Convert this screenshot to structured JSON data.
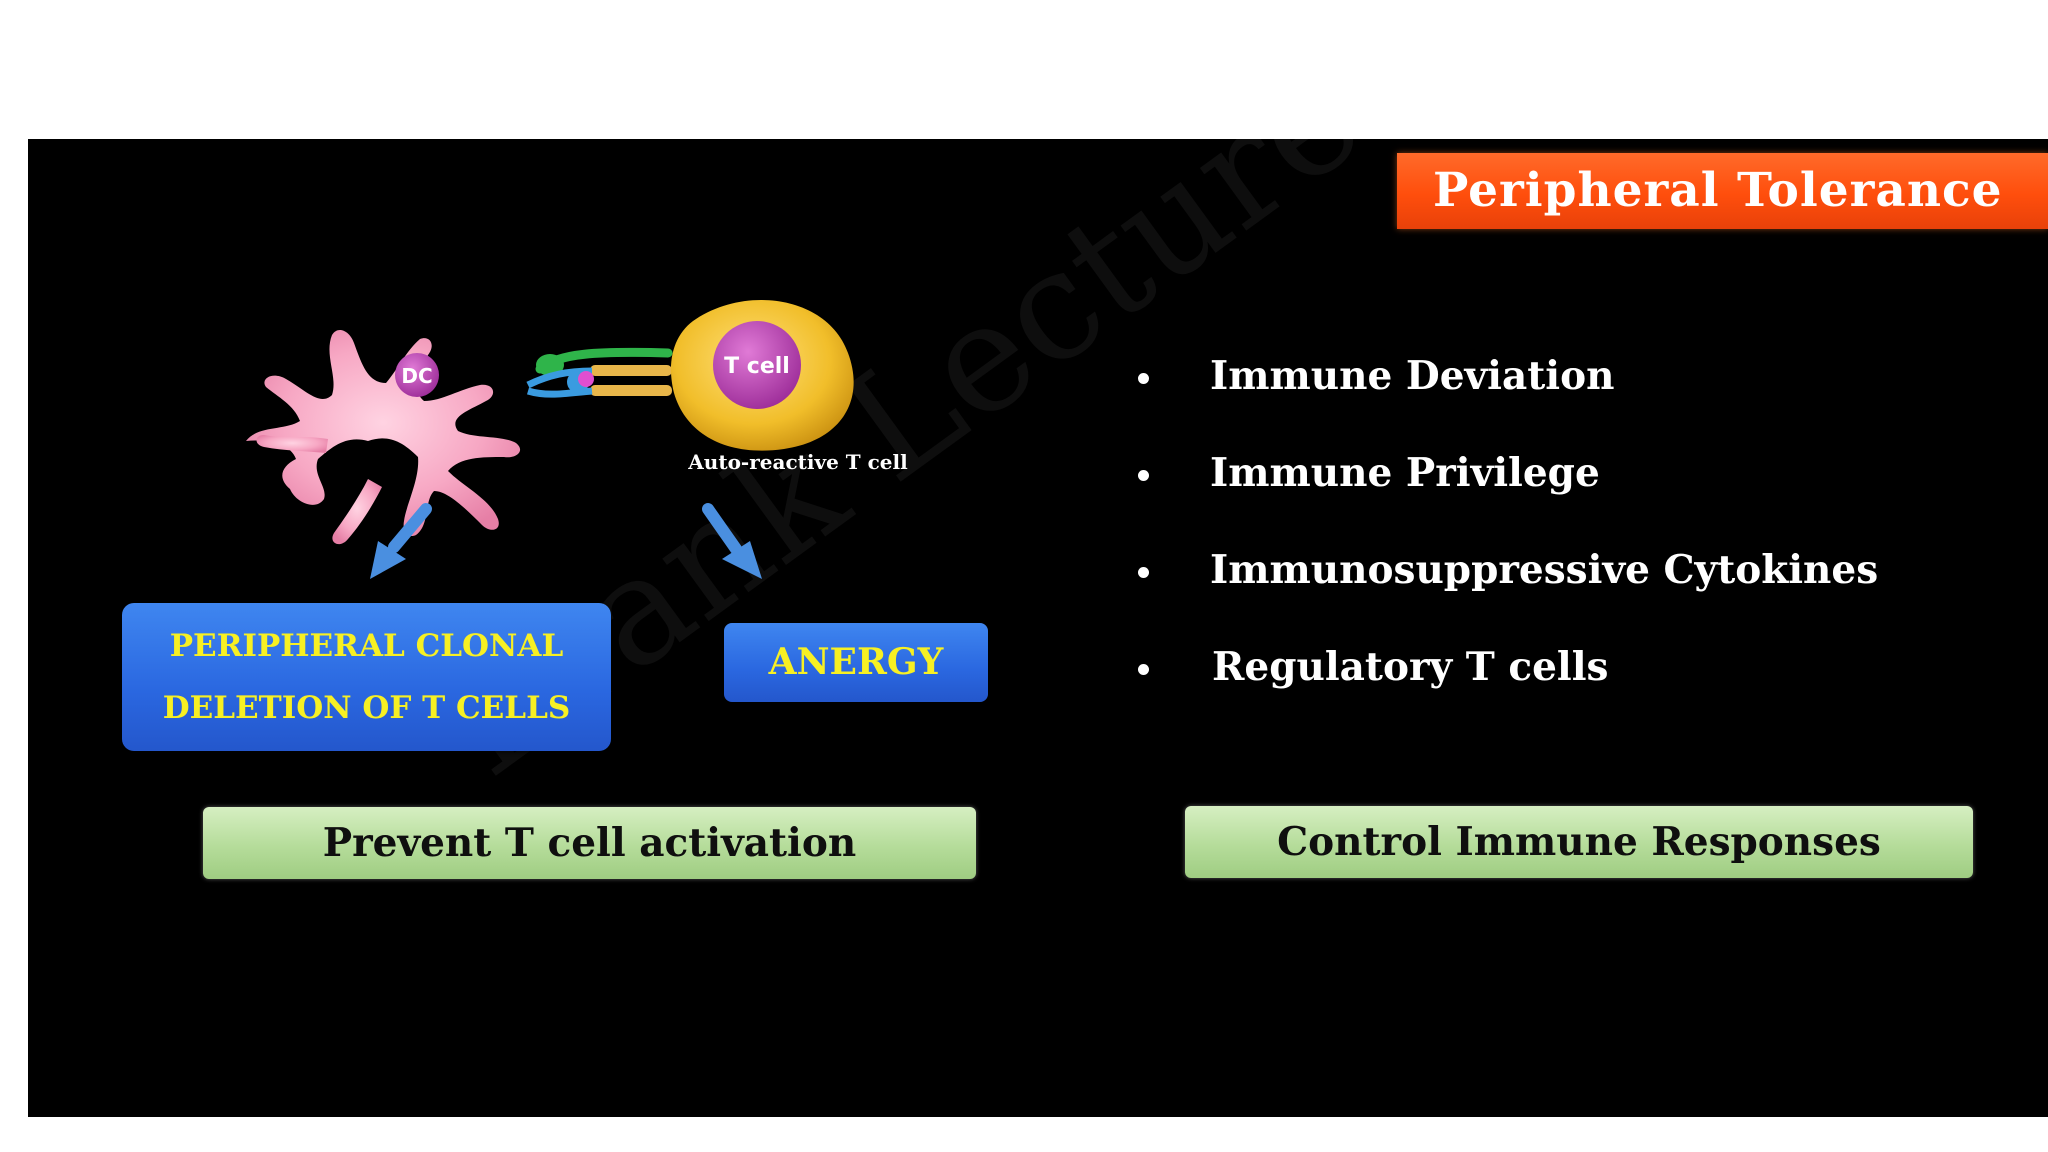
{
  "title": "Peripheral Tolerance",
  "watermark": "Frank Lectures",
  "colors": {
    "background": "#000000",
    "title_banner": "#ff4e0c",
    "blue_box": "#2a67e0",
    "blue_box_text": "#f7f023",
    "green_box": "#b5dc9a",
    "dendritic_cell": "#f7a8c4",
    "t_cell": "#f1be2a",
    "nucleus": "#c24bb8",
    "arrow": "#4a8fe0"
  },
  "diagram": {
    "dc_label": "DC",
    "tcell_label": "T cell",
    "tcell_caption": "Auto-reactive T cell"
  },
  "outcomes": {
    "clonal_deletion_line1": "PERIPHERAL CLONAL",
    "clonal_deletion_line2": "DELETION OF T CELLS",
    "anergy": "ANERGY"
  },
  "left_summary": "Prevent T cell activation",
  "bullets": [
    "Immune Deviation",
    "Immune Privilege",
    "Immunosuppressive Cytokines",
    "Regulatory T cells"
  ],
  "right_summary": "Control Immune Responses"
}
